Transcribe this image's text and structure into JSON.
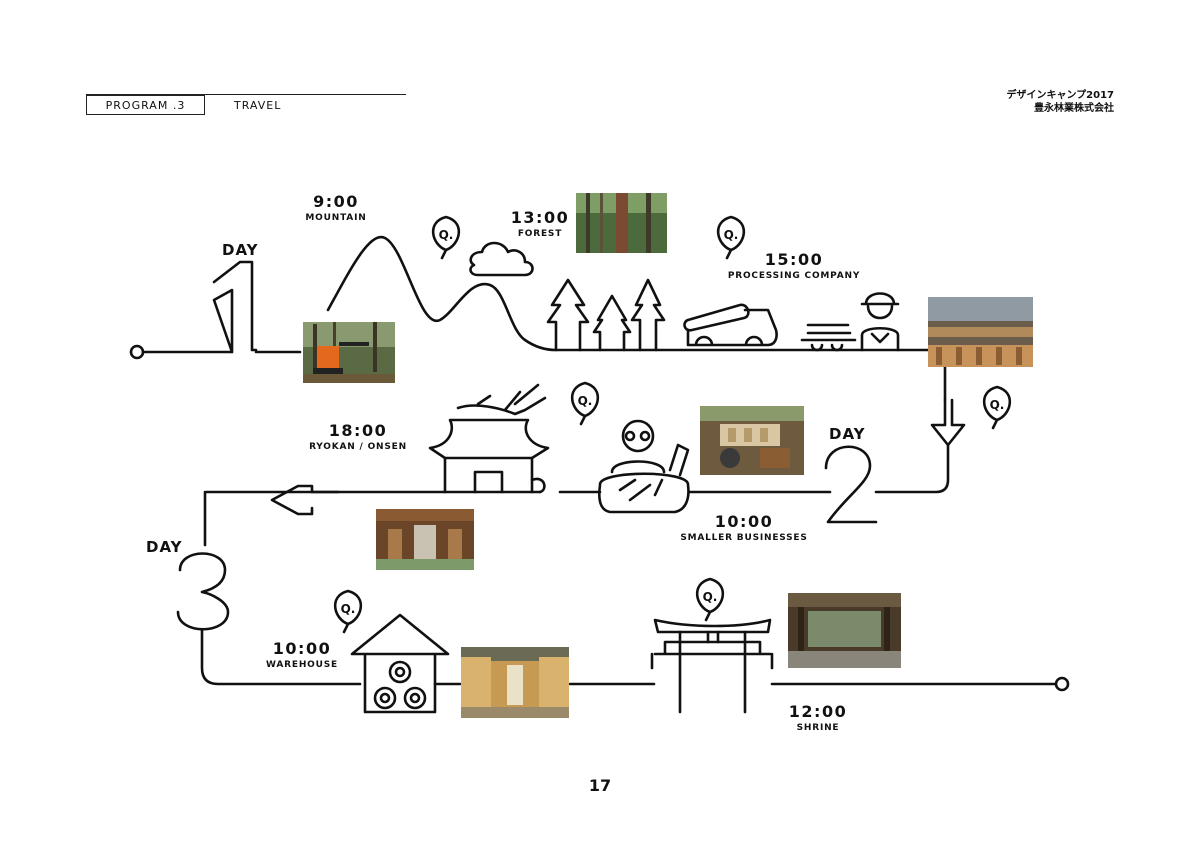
{
  "header": {
    "program": "PROGRAM .3",
    "section": "TRAVEL",
    "org_line1": "デザインキャンプ2017",
    "org_line2": "豊永林業株式会社"
  },
  "days": {
    "day1": "DAY",
    "day2": "DAY",
    "day3": "DAY"
  },
  "stops": {
    "mountain": {
      "time": "9:00",
      "place": "MOUNTAIN"
    },
    "forest": {
      "time": "13:00",
      "place": "FOREST"
    },
    "processing": {
      "time": "15:00",
      "place": "PROCESSING COMPANY"
    },
    "ryokan": {
      "time": "18:00",
      "place": "RYOKAN / ONSEN"
    },
    "smaller": {
      "time": "10:00",
      "place": "SMALLER BUSINESSES"
    },
    "warehouse": {
      "time": "10:00",
      "place": "WAREHOUSE"
    },
    "shrine": {
      "time": "12:00",
      "place": "SHRINE"
    }
  },
  "marker_letter": "Q.",
  "page_number": "17",
  "icons": [
    "mountain-icon",
    "cloud-icon",
    "tree-icon",
    "truck-icon",
    "worker-icon",
    "pine-icon",
    "house-icon",
    "craftsman-icon",
    "warehouse-icon",
    "torii-icon",
    "arrow-icon",
    "pin-icon"
  ]
}
